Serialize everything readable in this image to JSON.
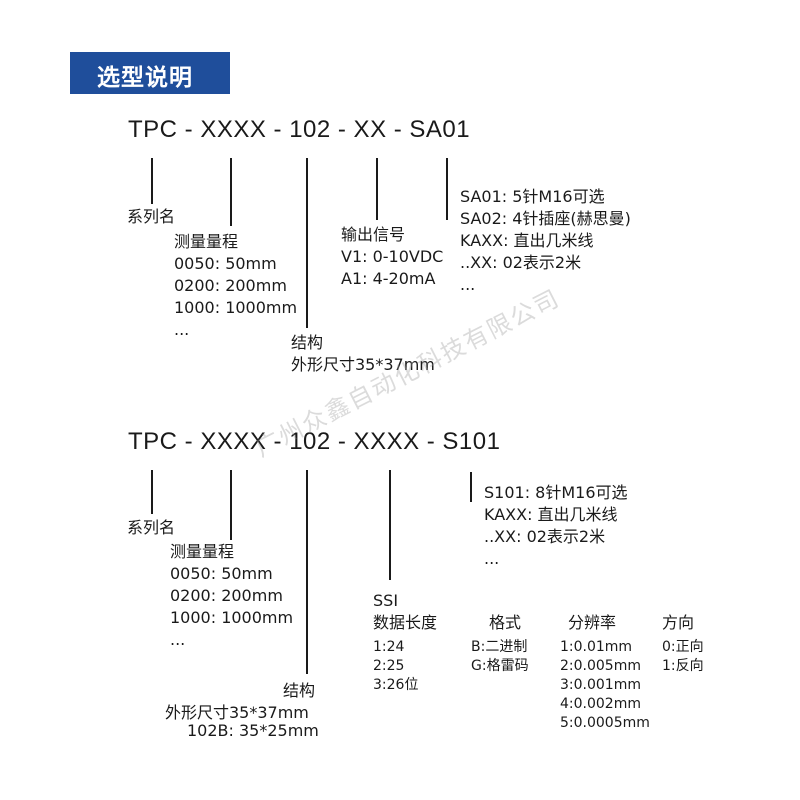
{
  "header": {
    "title": "选型说明"
  },
  "section1": {
    "code": "TPC - XXXX - 102 - XX - SA01",
    "series_label": "系列名",
    "range": {
      "title": "测量量程",
      "items": [
        "0050: 50mm",
        "0200: 200mm",
        "1000: 1000mm",
        "..."
      ]
    },
    "structure": {
      "title": "结构",
      "items": [
        "外形尺寸35*37mm"
      ]
    },
    "output": {
      "title": "输出信号",
      "items": [
        "V1: 0-10VDC",
        "A1: 4-20mA"
      ]
    },
    "connector": {
      "items": [
        "SA01: 5针M16可选",
        "SA02: 4针插座(赫思曼)",
        "KAXX: 直出几米线",
        "..XX: 02表示2米",
        "..."
      ]
    }
  },
  "section2": {
    "code": "TPC - XXXX - 102 - XXXX - S101",
    "series_label": "系列名",
    "range": {
      "title": "测量量程",
      "items": [
        "0050: 50mm",
        "0200: 200mm",
        "1000: 1000mm",
        "..."
      ]
    },
    "structure": {
      "title": "结构",
      "items": [
        "外形尺寸35*37mm",
        "102B: 35*25mm"
      ]
    },
    "ssi": {
      "label": "SSI",
      "length": {
        "title": "数据长度",
        "items": [
          "1:24",
          "2:25",
          "3:26位"
        ]
      },
      "format": {
        "title": "格式",
        "items": [
          "B:二进制",
          "G:格雷码"
        ]
      },
      "resolution": {
        "title": "分辨率",
        "items": [
          "1:0.01mm",
          "2:0.005mm",
          "3:0.001mm",
          "4:0.002mm",
          "5:0.0005mm"
        ]
      },
      "direction": {
        "title": "方向",
        "items": [
          "0:正向",
          "1:反向"
        ]
      }
    },
    "connector": {
      "items": [
        "S101: 8针M16可选",
        "KAXX: 直出几米线",
        "..XX: 02表示2米",
        "..."
      ]
    }
  },
  "watermark": "广州众鑫自动化科技有限公司"
}
